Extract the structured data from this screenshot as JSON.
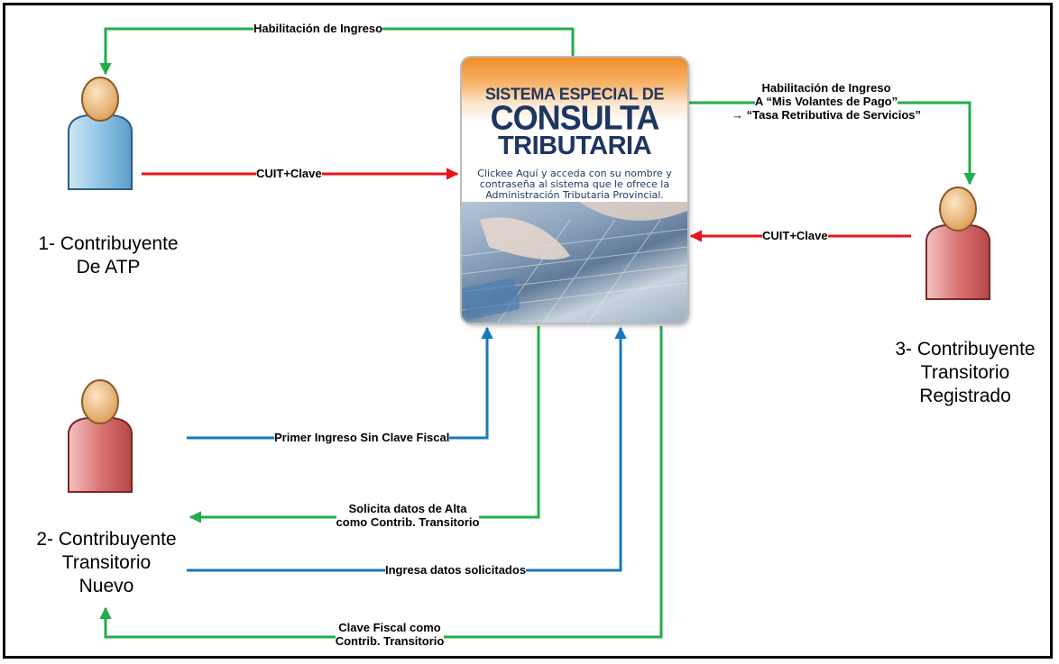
{
  "colors": {
    "red": "#e8141b",
    "green": "#22ad4b",
    "blue": "#1878bd",
    "frame": "#000000"
  },
  "banner": {
    "line1": "SISTEMA ESPECIAL DE",
    "line2": "CONSULTA",
    "line3": "TRIBUTARIA",
    "text": "Clickee Aquí y acceda con su nombre y contraseña al sistema que le ofrece la Administración Tributaria Provincial."
  },
  "actors": {
    "atp": {
      "line1": "1- Contribuyente",
      "line2": "De ATP"
    },
    "nuevo": {
      "line1": "2- Contribuyente",
      "line2": "Transitorio",
      "line3": "Nuevo"
    },
    "registrado": {
      "line1": "3- Contribuyente",
      "line2": "Transitorio",
      "line3": "Registrado"
    }
  },
  "edges": {
    "habilitacion_top": "Habilitación de Ingreso",
    "cuit_left": "CUIT+Clave",
    "habilitacion_right": {
      "line1": "Habilitación de Ingreso",
      "line2": "A “Mis Volantes de Pago”",
      "line3": "→ “Tasa Retributiva de Servicios”"
    },
    "cuit_right": "CUIT+Clave",
    "primer_ingreso": "Primer Ingreso Sin Clave Fiscal",
    "solicita": {
      "line1": "Solicita datos de Alta",
      "line2": "como Contrib. Transitorio"
    },
    "ingresa": "Ingresa datos solicitados",
    "clave_fiscal": {
      "line1": "Clave Fiscal como",
      "line2": "Contrib. Transitorio"
    }
  }
}
